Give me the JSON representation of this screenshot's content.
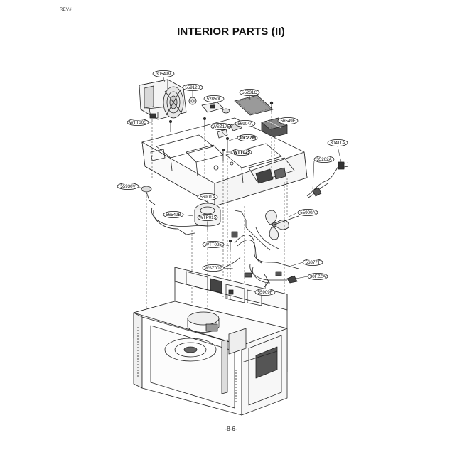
{
  "header": {
    "corner_tag": "REV#",
    "title": "INTERIOR PARTS (II)",
    "page_number": "-8-6-"
  },
  "parts": {
    "p30549V": "30549V",
    "p55912B": "55912B",
    "p52850L": "52850L",
    "p55231C": "55231C",
    "pWTT60S": "WTT60S",
    "pWSZ175": "WSZ175",
    "p56904A": "56904A",
    "p56549F": "56549F",
    "p30CZZM": "30CZZM",
    "pWTT025_top": "WTT025",
    "p30411A": "30411A",
    "p35262A": "35262A",
    "p55930V": "55930V",
    "p56901A": "56901A",
    "p56549B": "56549B",
    "pWTP015": "WTP015",
    "p55900A": "55900A",
    "pWTT025_mid": "WTT025",
    "p56877T": "56877T",
    "pWSZ002": "WSZ002",
    "p30FZZA": "30FZZA",
    "p55909F": "55909F"
  }
}
